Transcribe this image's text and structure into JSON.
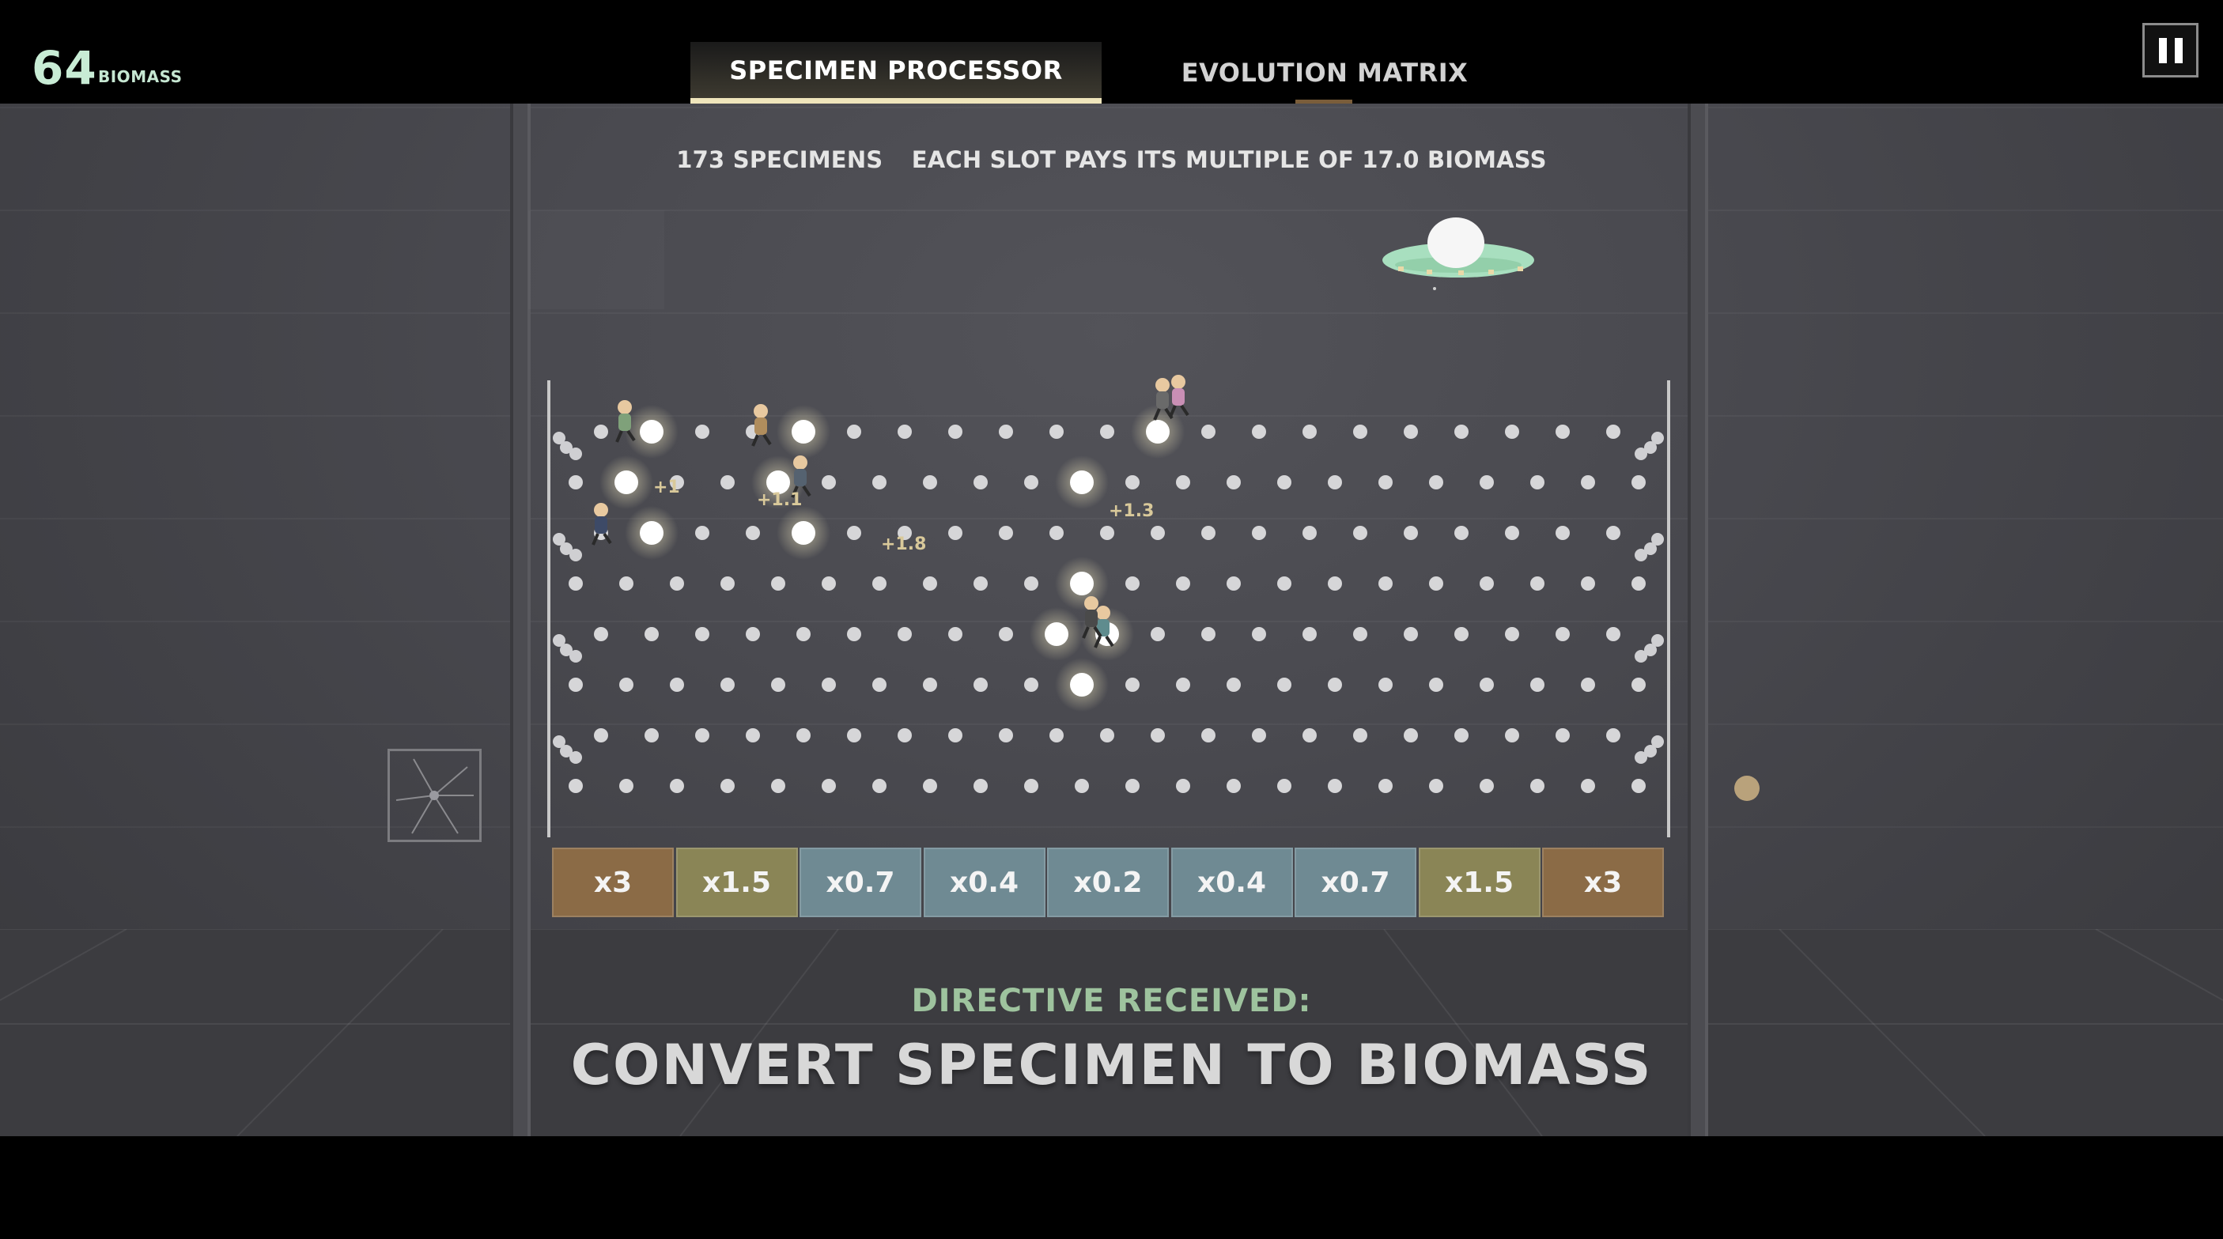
{
  "hud": {
    "biomass_value": "64",
    "biomass_label": "BIOMASS"
  },
  "tabs": [
    {
      "label": "SPECIMEN PROCESSOR",
      "active": true
    },
    {
      "label": "EVOLUTION MATRIX",
      "active": false
    }
  ],
  "pause_icon": "pause-icon",
  "board": {
    "specimen_count": "173 SPECIMENS",
    "payout_text": "EACH SLOT PAYS ITS MULTIPLE OF 17.0 BIOMASS",
    "peg_rows": 8,
    "floating_gains": [
      "+1",
      "+1.1",
      "+1.8",
      "+1.3"
    ],
    "slots": [
      {
        "label": "x3",
        "color": "#8b6b46"
      },
      {
        "label": "x1.5",
        "color": "#8a8556"
      },
      {
        "label": "x0.7",
        "color": "#6f8a93"
      },
      {
        "label": "x0.4",
        "color": "#6f8a93"
      },
      {
        "label": "x0.2",
        "color": "#6f8a93"
      },
      {
        "label": "x0.4",
        "color": "#6f8a93"
      },
      {
        "label": "x0.7",
        "color": "#6f8a93"
      },
      {
        "label": "x1.5",
        "color": "#8a8556"
      },
      {
        "label": "x3",
        "color": "#8b6b46"
      }
    ]
  },
  "directive": {
    "title": "DIRECTIVE RECEIVED:",
    "text": "CONVERT SPECIMEN TO BIOMASS"
  },
  "colors": {
    "accent": "#efe5bb",
    "biomass": "#c8ecd5",
    "directive_title": "#9ec39e",
    "ufo_disc": "#a8dfbf"
  }
}
